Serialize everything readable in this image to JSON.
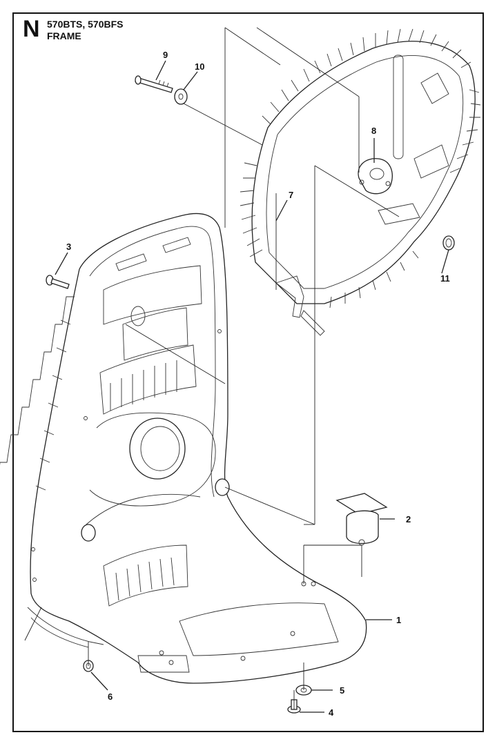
{
  "header": {
    "section_letter": "N",
    "models": "570BTS, 570BFS",
    "title": "FRAME"
  },
  "callouts": [
    {
      "id": "c1",
      "label": "1"
    },
    {
      "id": "c2",
      "label": "2"
    },
    {
      "id": "c3",
      "label": "3"
    },
    {
      "id": "c4",
      "label": "4"
    },
    {
      "id": "c5",
      "label": "5"
    },
    {
      "id": "c6",
      "label": "6"
    },
    {
      "id": "c7",
      "label": "7"
    },
    {
      "id": "c8",
      "label": "8"
    },
    {
      "id": "c9",
      "label": "9"
    },
    {
      "id": "c10",
      "label": "10"
    },
    {
      "id": "c11",
      "label": "11"
    }
  ]
}
